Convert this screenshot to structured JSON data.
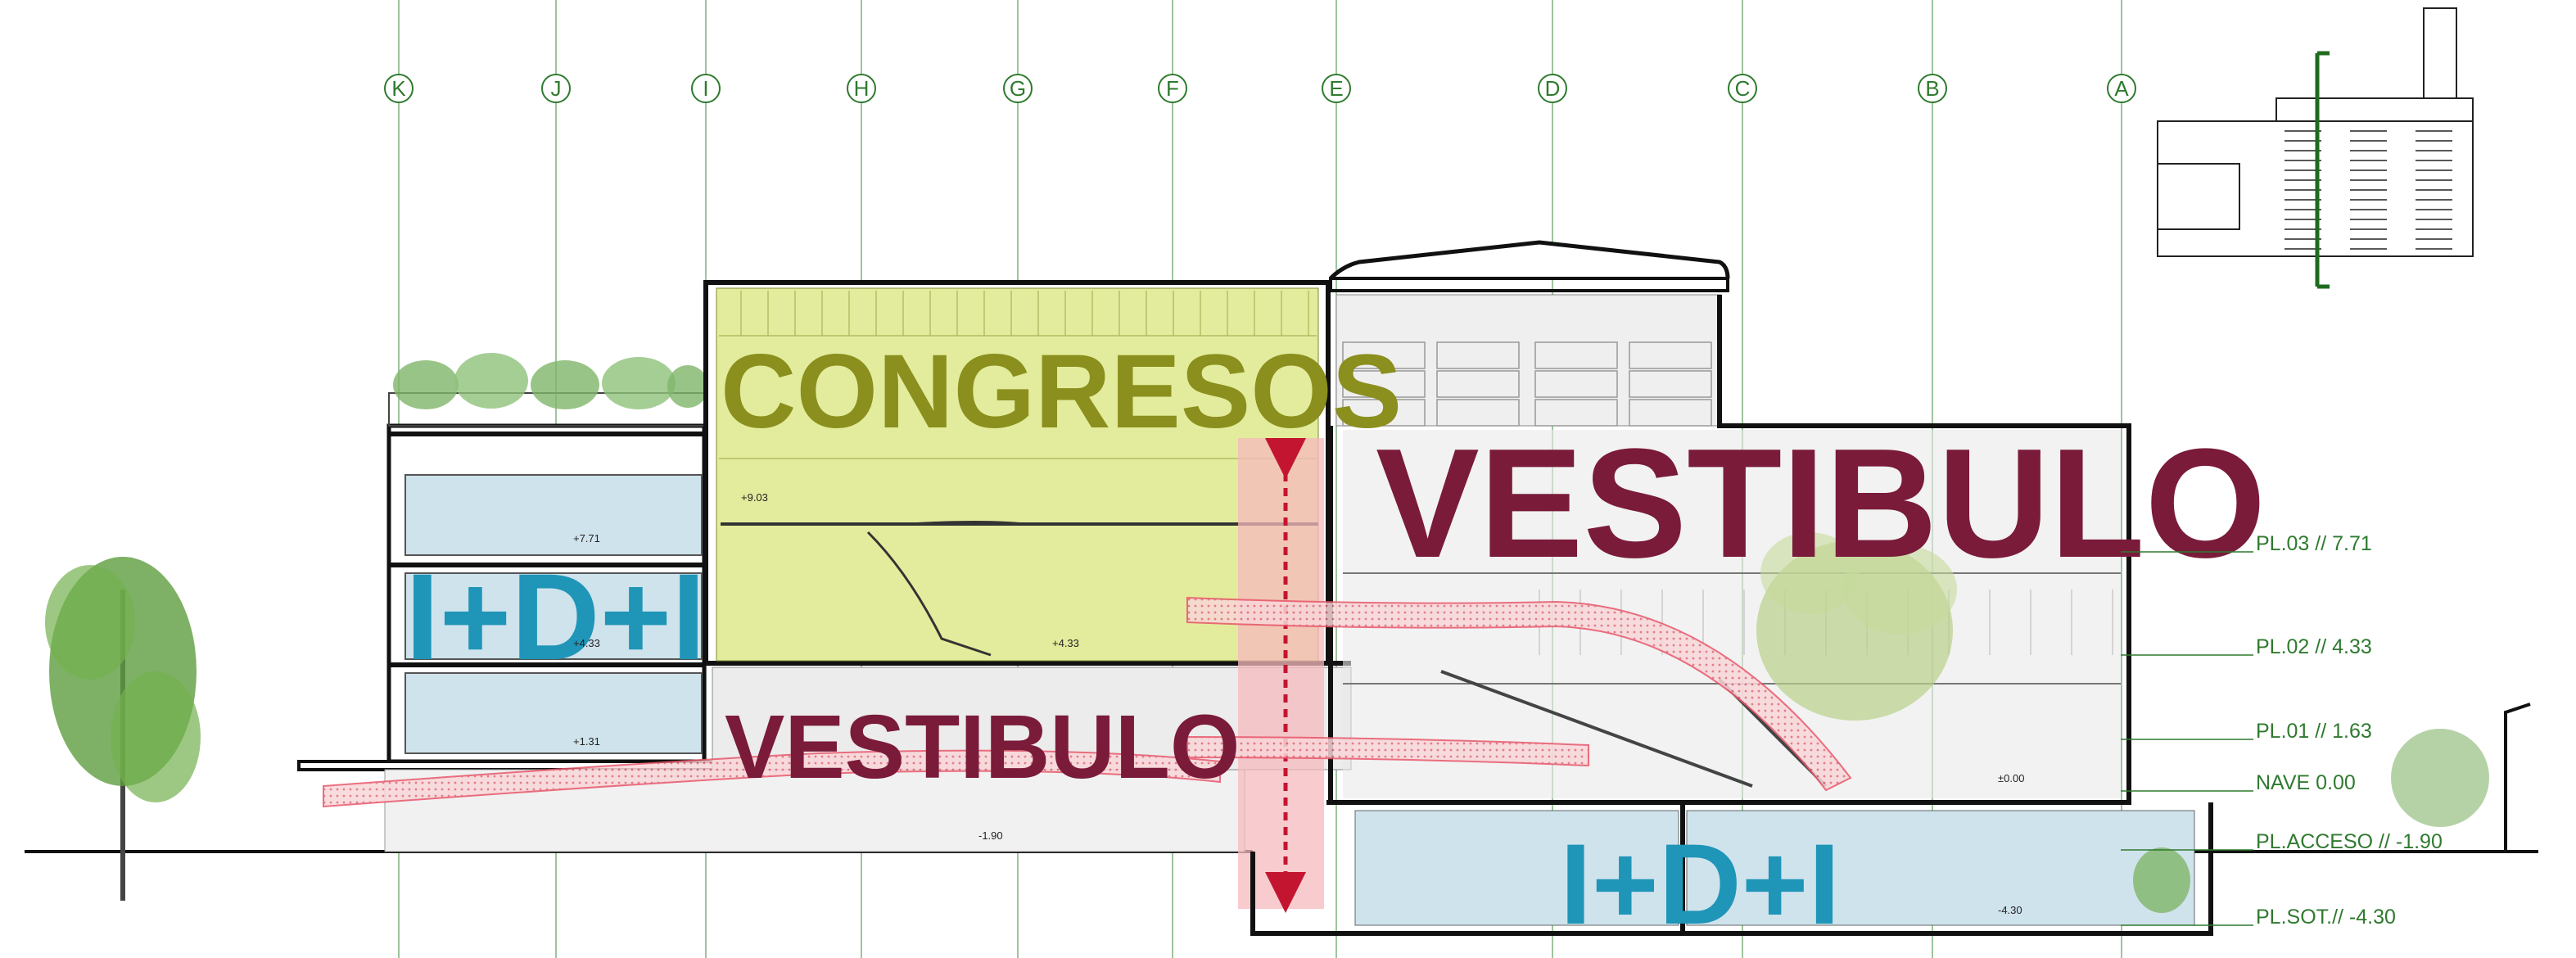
{
  "grid_axes": [
    "K",
    "J",
    "I",
    "H",
    "G",
    "F",
    "E",
    "D",
    "C",
    "B",
    "A"
  ],
  "level_labels": [
    "PL.03 // 7.71",
    "PL.02 // 4.33",
    "PL.01 // 1.63",
    "NAVE 0.00",
    "PL.ACCESO // -1.90",
    "PL.SOT.// -4.30"
  ],
  "zone_labels": {
    "congresos": "CONGRESOS",
    "vestibulo_main": "VESTIBULO",
    "vestibulo_lower": "VESTIBULO",
    "idi_left": "I+D+I",
    "idi_basement": "I+D+I"
  },
  "elevation_marks": [
    "+9.03",
    "+7.71",
    "+4.33",
    "+4.33",
    "+1.31",
    "±0.00",
    "-1.90",
    "-4.30"
  ],
  "colors": {
    "grid_green": "#2f7a2f",
    "congresos_fill": "#e3ec9c",
    "idi_fill": "#cfe3ec",
    "vestibulo_fill": "#e9e9e9",
    "maroon_text": "#7a1b3a",
    "teal_text": "#1f95b8",
    "olive_text": "#8a8f1e",
    "circulation_red": "#e8566a",
    "vertical_core": "#f6b9bd"
  }
}
